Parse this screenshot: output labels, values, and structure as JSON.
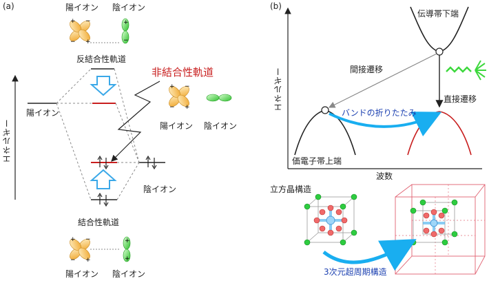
{
  "panel_a": {
    "label": "(a)",
    "top_cation": "陽イオン",
    "top_anion": "陰イオン",
    "antibonding": "反結合性軌道",
    "nonbonding": "非結合性軌道",
    "cation_left": "陽イオン",
    "energy_axis": "エネルギー",
    "mid_cation": "陽イオン",
    "mid_anion": "陰イオン",
    "anion_right": "陰イオン",
    "bonding": "結合性軌道",
    "bottom_cation": "陽イオン",
    "bottom_anion": "陰イオン"
  },
  "panel_b": {
    "label": "(b)",
    "cbm": "伝導帯下端",
    "indirect": "間接遷移",
    "direct": "直接遷移",
    "energy_axis": "エネルギー",
    "folding": "バンドの折りたたみ",
    "vbm": "価電子帯上端",
    "wavevector": "波数",
    "cubic": "立方晶構造",
    "superlattice": "3次元超周期構造"
  },
  "colors": {
    "red": "#c81e1e",
    "blue_arrow": "#29b6f6",
    "emission_green": "#3cd83c",
    "orbital_orange": "#f2b134",
    "orbital_green": "#37c837",
    "blue_text": "#1a3fb0"
  }
}
